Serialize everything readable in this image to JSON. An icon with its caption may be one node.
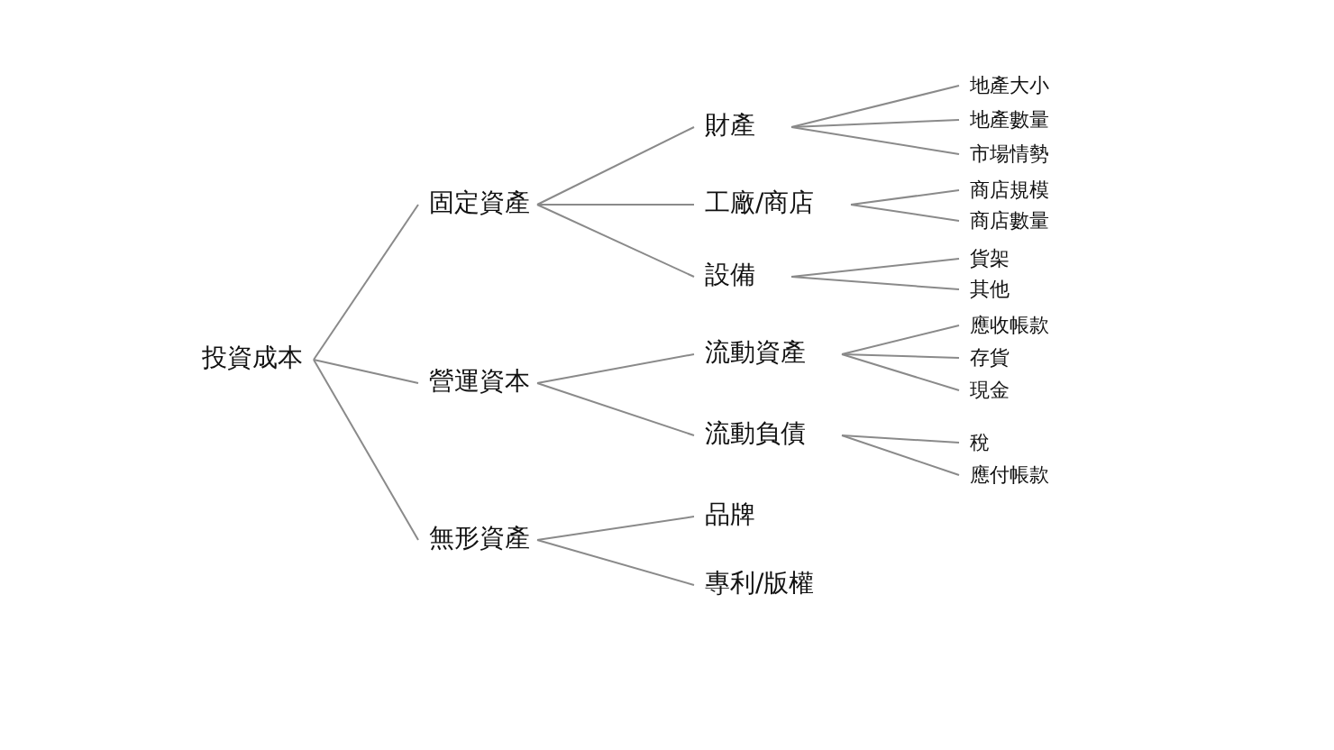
{
  "diagram": {
    "nodes": [
      {
        "text": [
          "投資成本"
        ]
      },
      {
        "text": [
          "固定資產"
        ]
      },
      {
        "text": [
          "財產"
        ]
      },
      {
        "text": [
          "地產大小"
        ]
      },
      {
        "text": [
          "地產數量"
        ]
      },
      {
        "text": [
          "市場情勢"
        ]
      },
      {
        "text": [
          "工廠/商店"
        ]
      },
      {
        "text": [
          "商店規模"
        ]
      },
      {
        "text": [
          "商店數量"
        ]
      },
      {
        "text": [
          "設備"
        ]
      },
      {
        "text": [
          "貨架"
        ]
      },
      {
        "text": [
          "其他"
        ]
      },
      {
        "text": [
          "營運資本"
        ]
      },
      {
        "text": [
          "流動資產"
        ]
      },
      {
        "text": [
          "應收帳款"
        ]
      },
      {
        "text": [
          "存貨"
        ]
      },
      {
        "text": [
          "現金"
        ]
      },
      {
        "text": [
          "流動負債"
        ]
      },
      {
        "text": [
          "稅"
        ]
      },
      {
        "text": [
          "應付帳款"
        ]
      },
      {
        "text": [
          "無形資產"
        ]
      },
      {
        "text": [
          "品牌"
        ]
      },
      {
        "text": [
          "專利/版權"
        ]
      }
    ],
    "edges": [
      {
        "from": 0,
        "to": 1,
        "arrow": "none"
      },
      {
        "from": 0,
        "to": 12,
        "arrow": "none"
      },
      {
        "from": 0,
        "to": 20,
        "arrow": "none"
      },
      {
        "from": 1,
        "to": 2,
        "arrow": "none"
      },
      {
        "from": 1,
        "to": 6,
        "arrow": "none"
      },
      {
        "from": 1,
        "to": 9,
        "arrow": "none"
      },
      {
        "from": 2,
        "to": 3,
        "arrow": "none"
      },
      {
        "from": 2,
        "to": 4,
        "arrow": "none"
      },
      {
        "from": 2,
        "to": 5,
        "arrow": "none"
      },
      {
        "from": 6,
        "to": 7,
        "arrow": "none"
      },
      {
        "from": 6,
        "to": 8,
        "arrow": "none"
      },
      {
        "from": 9,
        "to": 10,
        "arrow": "none"
      },
      {
        "from": 9,
        "to": 11,
        "arrow": "none"
      },
      {
        "from": 12,
        "to": 13,
        "arrow": "none"
      },
      {
        "from": 12,
        "to": 17,
        "arrow": "none"
      },
      {
        "from": 13,
        "to": 14,
        "arrow": "none"
      },
      {
        "from": 13,
        "to": 15,
        "arrow": "none"
      },
      {
        "from": 13,
        "to": 16,
        "arrow": "none"
      },
      {
        "from": 17,
        "to": 18,
        "arrow": "none"
      },
      {
        "from": 17,
        "to": 19,
        "arrow": "none"
      },
      {
        "from": 20,
        "to": 21,
        "arrow": "none"
      },
      {
        "from": 20,
        "to": 22,
        "arrow": "none"
      }
    ]
  }
}
